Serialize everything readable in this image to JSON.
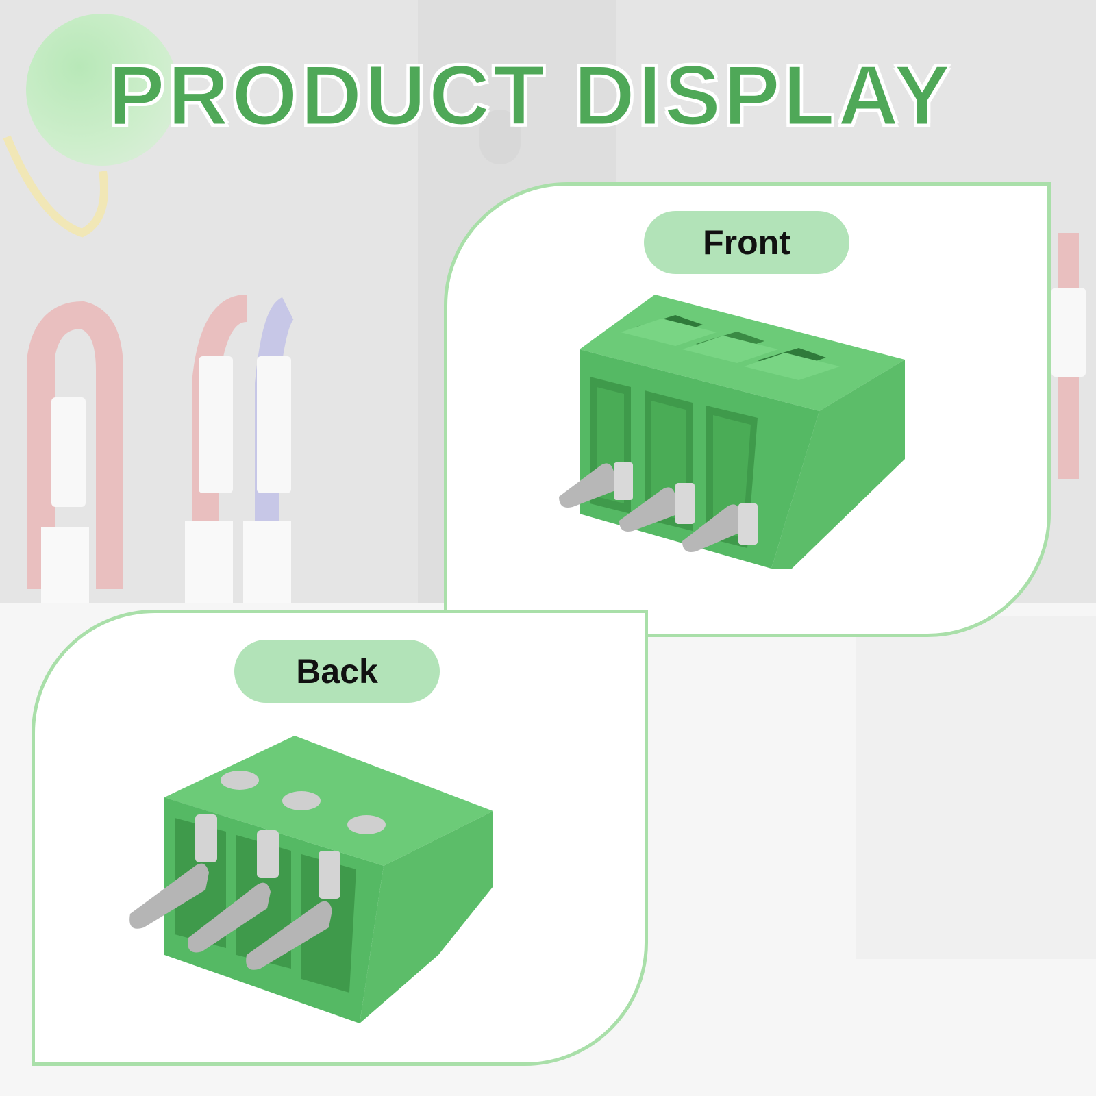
{
  "header": {
    "title": "PRODUCT DISPLAY"
  },
  "front_panel": {
    "label": "Front"
  },
  "back_panel": {
    "label": "Back"
  },
  "colors": {
    "accent_green": "#4fa858",
    "pill_green": "#b2e3b8",
    "card_border": "#a9dfa9",
    "terminal_green": "#5dbf6a"
  }
}
